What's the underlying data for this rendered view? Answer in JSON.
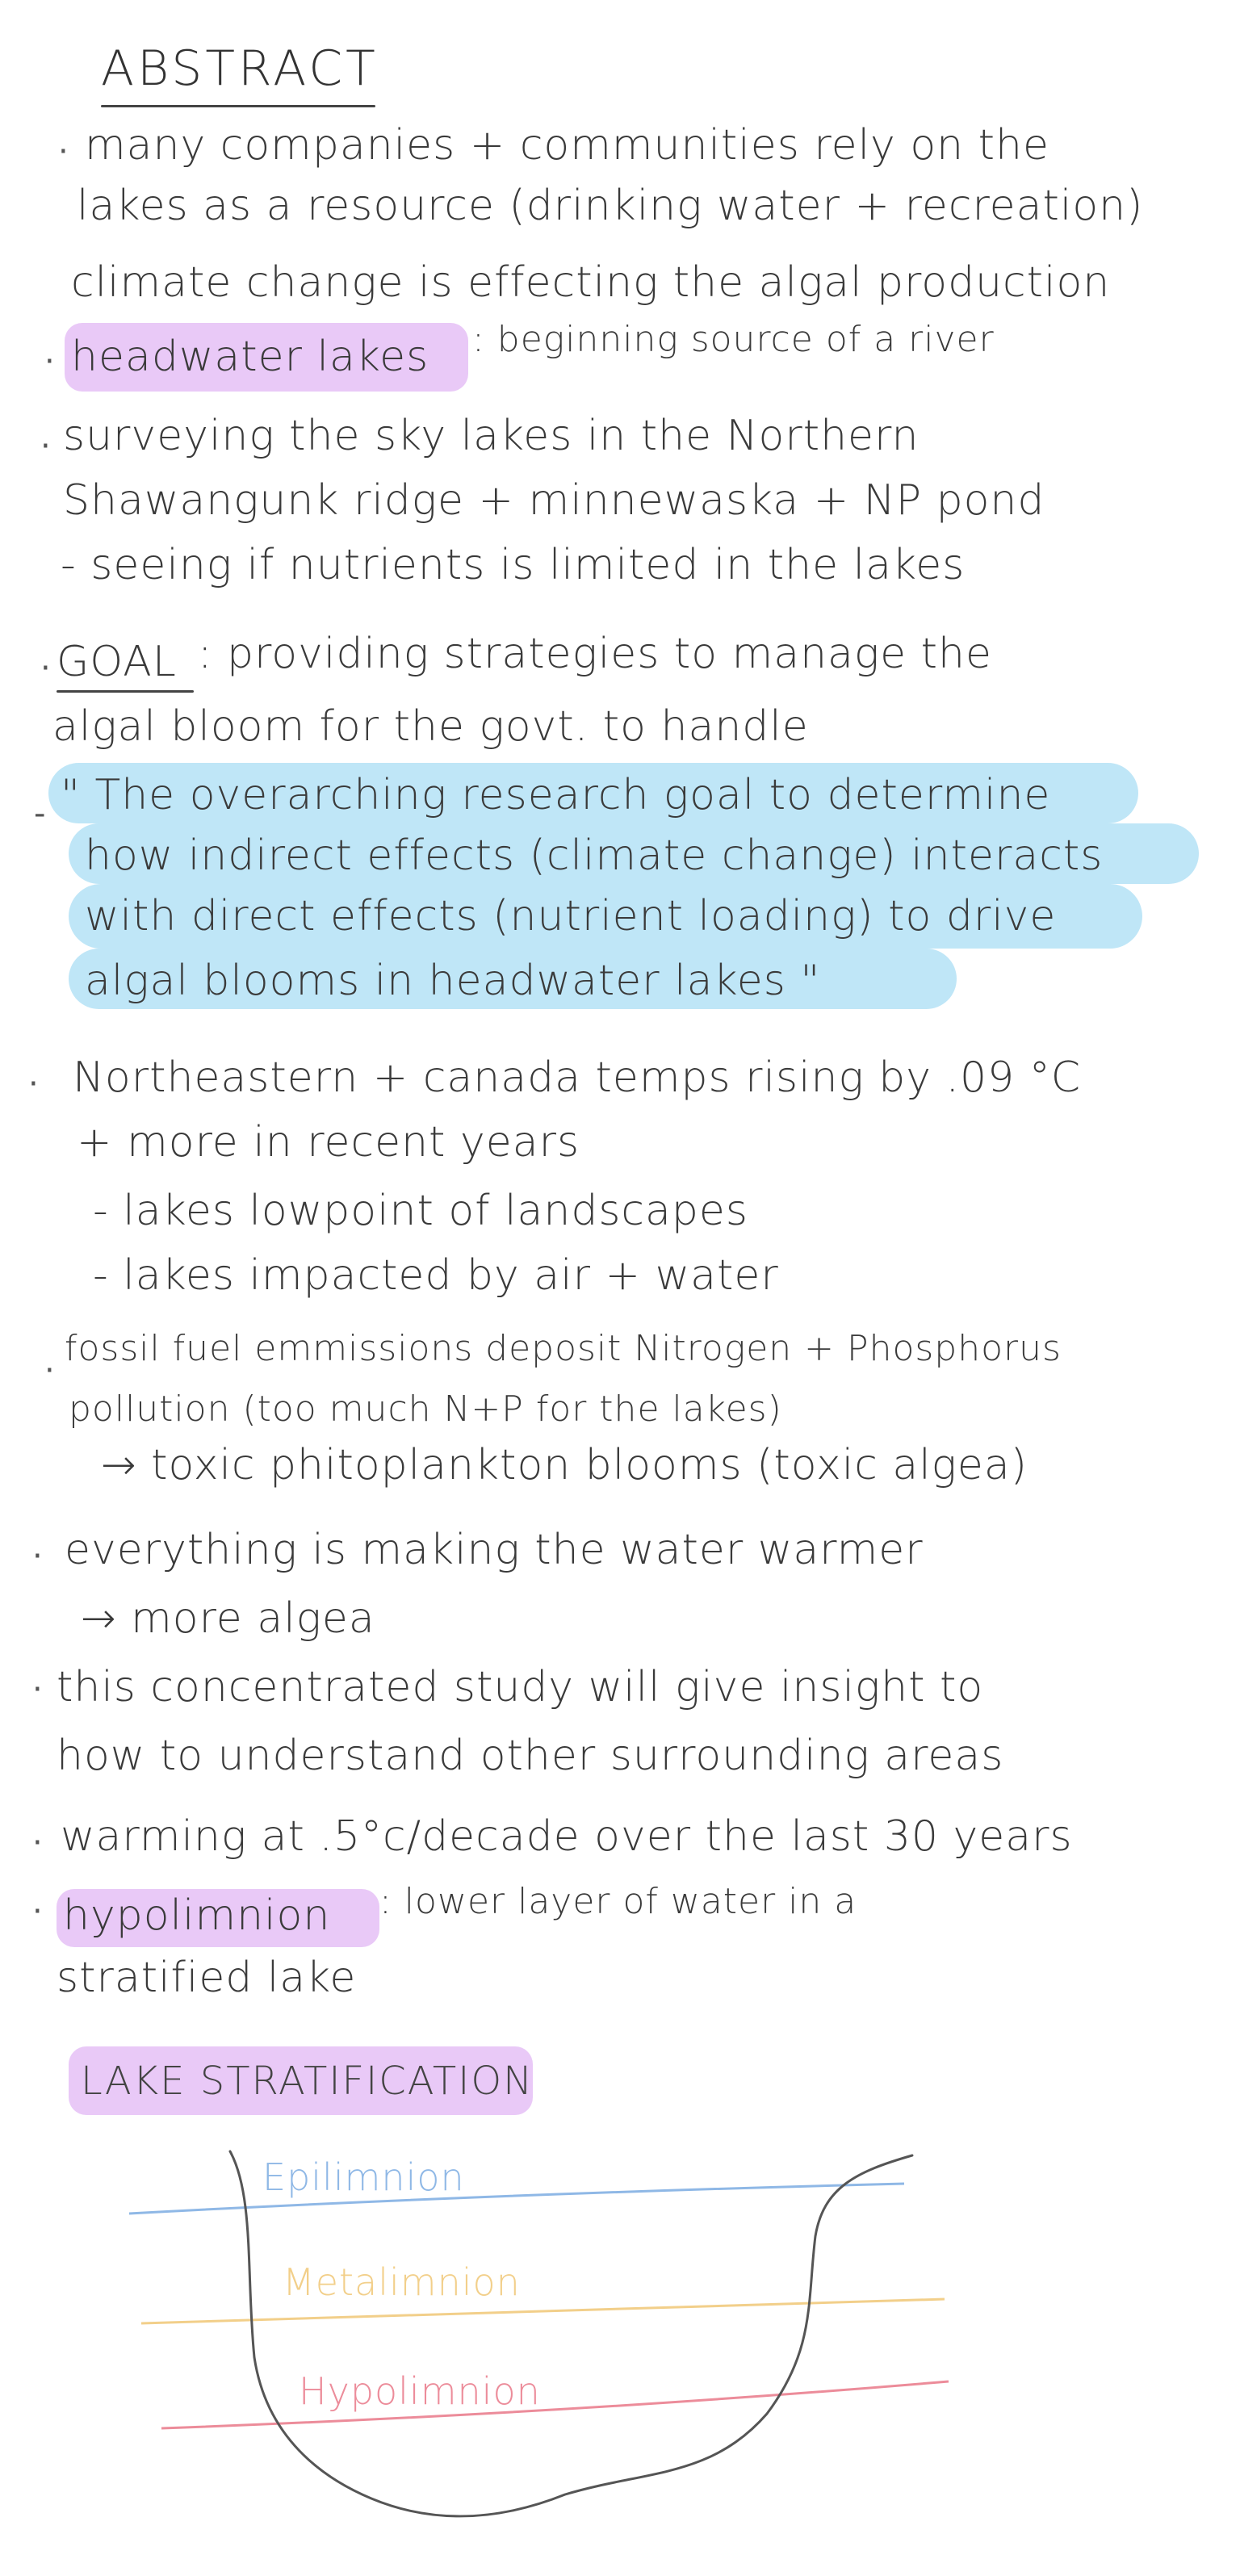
{
  "title": "ABSTRACT",
  "lines": [
    "many companies + communities rely on the",
    "lakes as a resource (drinking water + recreation)",
    "climate change is effecting the algal production",
    "headwater lakes",
    ": beginning source of a river",
    "surveying the sky lakes in the Northern",
    "Shawangunk ridge + minnewaska + NP pond",
    "- seeing if nutrients is limited in the lakes",
    "GOAL",
    ": providing strategies to manage the",
    "algal bloom for the govt. to handle",
    "\" The overarching research goal to determine",
    "how indirect effects (climate change) interacts",
    "with direct effects (nutrient loading) to drive",
    "algal blooms in headwater lakes \"",
    "Northeastern + canada temps rising by .09 °C",
    "+ more in recent years",
    "- lakes lowpoint of landscapes",
    "- lakes impacted by air + water",
    "fossil fuel emmissions deposit Nitrogen + Phosphorus",
    "pollution (too much N+P for the lakes)",
    "→ toxic phitoplankton blooms (toxic algea)",
    "everything is making the water warmer",
    "→ more algea",
    "this concentrated study will give insight to",
    "how to understand other surrounding areas",
    "warming at .5°c/decade over the last 30 years",
    "hypolimnion",
    ": lower layer of water in a",
    "stratified lake"
  ],
  "stratification": {
    "title": "LAKE STRATIFICATION",
    "epilimnion": "Epilimnion",
    "metalimnion": "Metalimnion",
    "hypolimnion": "Hypolimnion"
  },
  "colors": {
    "highlight_purple": "#e9c9f7",
    "highlight_blue": "#bfe6f7",
    "epilimnion": "#8fb8e6",
    "metalimnion": "#f2cf8a",
    "hypolimnion": "#ec8c9a",
    "ink": "#3a3a3a"
  }
}
